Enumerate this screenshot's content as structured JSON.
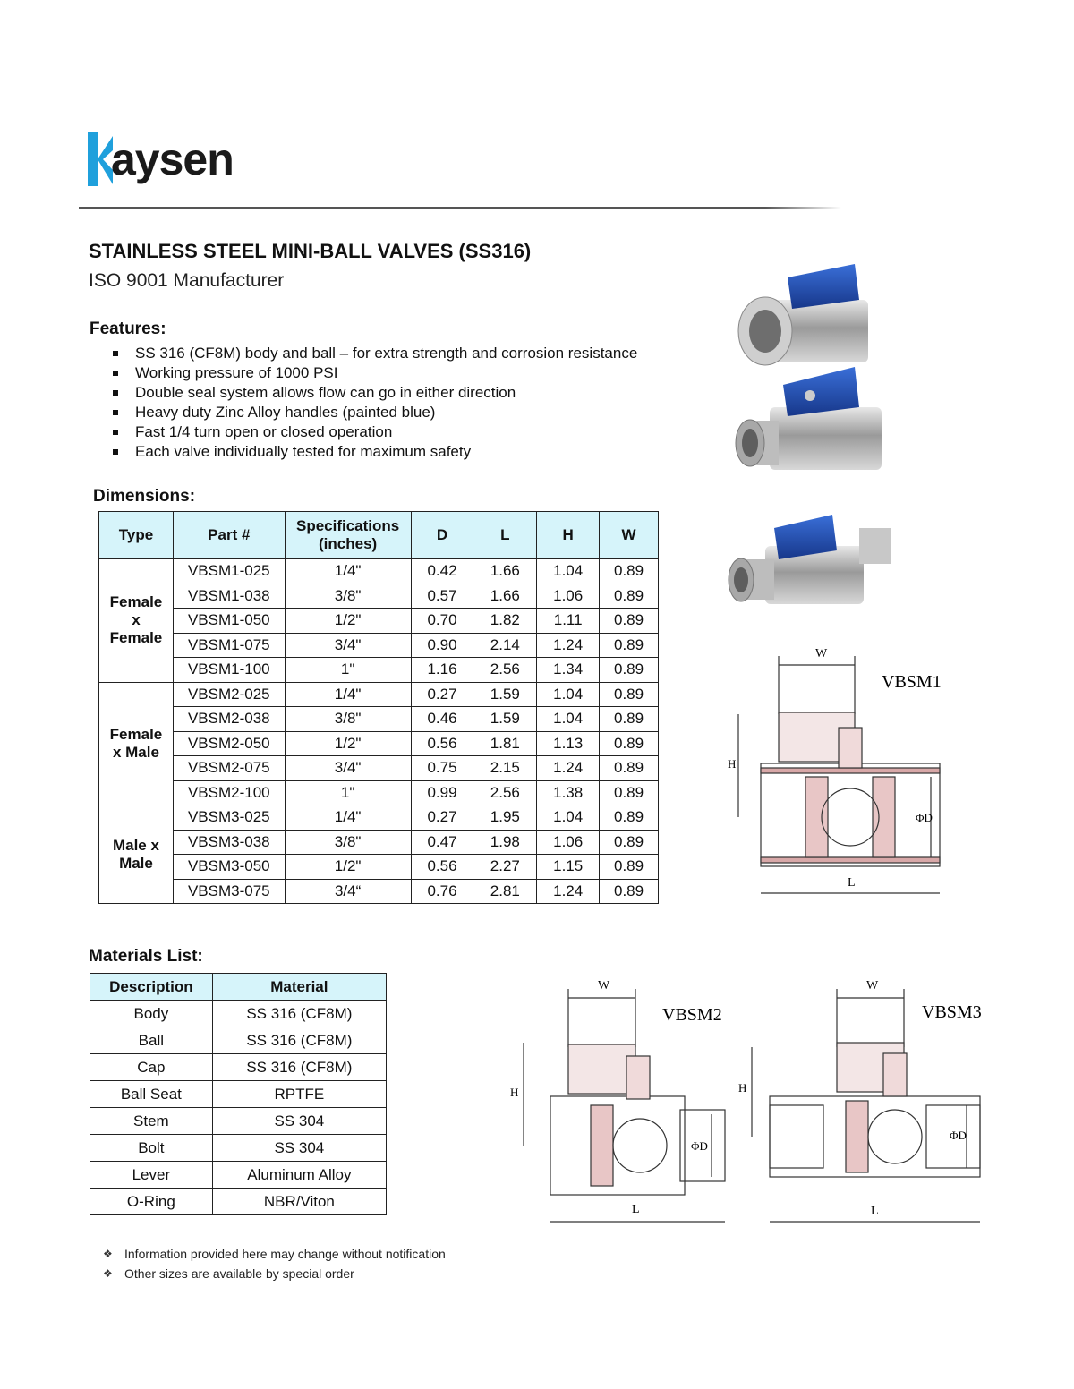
{
  "brand": {
    "name": "aysen",
    "accent": "#1fa0dc"
  },
  "title": "STAINLESS STEEL MINI-BALL VALVES (SS316)",
  "subtitle": "ISO 9001 Manufacturer",
  "features": {
    "heading": "Features:",
    "items": [
      "SS 316 (CF8M) body and ball – for extra strength and corrosion resistance",
      "Working pressure of 1000 PSI",
      "Double seal system allows flow can go in either direction",
      "Heavy duty Zinc Alloy handles (painted blue)",
      "Fast 1/4 turn open or closed operation",
      "Each valve individually tested for maximum safety"
    ]
  },
  "dimensions": {
    "heading": "Dimensions:",
    "headers": [
      "Type",
      "Part #",
      "Specifications (inches)",
      "D",
      "L",
      "H",
      "W"
    ],
    "groups": [
      {
        "type": "Female x Female",
        "rows": [
          [
            "VBSM1-025",
            "1/4\"",
            "0.42",
            "1.66",
            "1.04",
            "0.89"
          ],
          [
            "VBSM1-038",
            "3/8\"",
            "0.57",
            "1.66",
            "1.06",
            "0.89"
          ],
          [
            "VBSM1-050",
            "1/2\"",
            "0.70",
            "1.82",
            "1.11",
            "0.89"
          ],
          [
            "VBSM1-075",
            "3/4\"",
            "0.90",
            "2.14",
            "1.24",
            "0.89"
          ],
          [
            "VBSM1-100",
            "1\"",
            "1.16",
            "2.56",
            "1.34",
            "0.89"
          ]
        ]
      },
      {
        "type": "Female x Male",
        "rows": [
          [
            "VBSM2-025",
            "1/4\"",
            "0.27",
            "1.59",
            "1.04",
            "0.89"
          ],
          [
            "VBSM2-038",
            "3/8\"",
            "0.46",
            "1.59",
            "1.04",
            "0.89"
          ],
          [
            "VBSM2-050",
            "1/2\"",
            "0.56",
            "1.81",
            "1.13",
            "0.89"
          ],
          [
            "VBSM2-075",
            "3/4\"",
            "0.75",
            "2.15",
            "1.24",
            "0.89"
          ],
          [
            "VBSM2-100",
            "1\"",
            "0.99",
            "2.56",
            "1.38",
            "0.89"
          ]
        ]
      },
      {
        "type": "Male x Male",
        "rows": [
          [
            "VBSM3-025",
            "1/4\"",
            "0.27",
            "1.95",
            "1.04",
            "0.89"
          ],
          [
            "VBSM3-038",
            "3/8\"",
            "0.47",
            "1.98",
            "1.06",
            "0.89"
          ],
          [
            "VBSM3-050",
            "1/2\"",
            "0.56",
            "2.27",
            "1.15",
            "0.89"
          ],
          [
            "VBSM3-075",
            "3/4“",
            "0.76",
            "2.81",
            "1.24",
            "0.89"
          ]
        ]
      }
    ]
  },
  "materials": {
    "heading": "Materials List:",
    "headers": [
      "Description",
      "Material"
    ],
    "rows": [
      [
        "Body",
        "SS 316 (CF8M)"
      ],
      [
        "Ball",
        "SS 316 (CF8M)"
      ],
      [
        "Cap",
        "SS 316 (CF8M)"
      ],
      [
        "Ball Seat",
        "RPTFE"
      ],
      [
        "Stem",
        "SS 304"
      ],
      [
        "Bolt",
        "SS 304"
      ],
      [
        "Lever",
        "Aluminum Alloy"
      ],
      [
        "O-Ring",
        "NBR/Viton"
      ]
    ]
  },
  "notes": [
    "Information provided here may change without notification",
    "Other sizes are available by special order"
  ],
  "drawings": [
    {
      "model": "VBSM1",
      "w": "W",
      "h": "H",
      "l": "L",
      "d": "ΦD"
    },
    {
      "model": "VBSM2",
      "w": "W",
      "h": "H",
      "l": "L",
      "d": "ΦD"
    },
    {
      "model": "VBSM3",
      "w": "W",
      "h": "H",
      "l": "L",
      "d": "ΦD"
    }
  ],
  "colors": {
    "header_fill": "#d6f4fa",
    "handle_blue": "#1f4fb0",
    "hatch": "#b86a6a"
  }
}
